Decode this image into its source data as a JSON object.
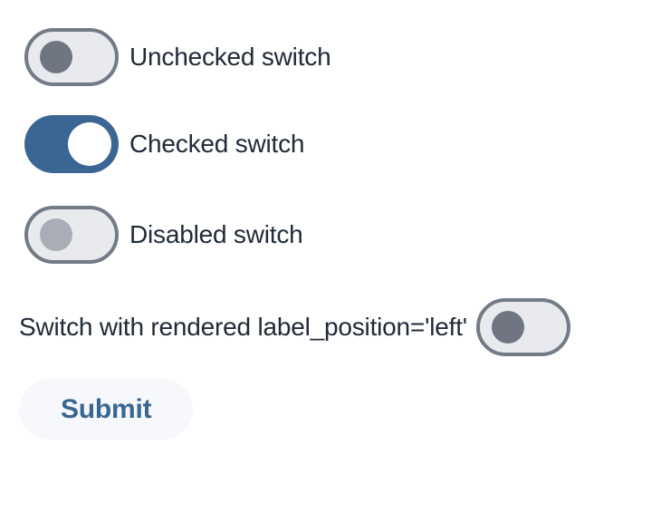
{
  "colors": {
    "primary": "#3b6694",
    "track_off": "#e9eaee",
    "outline": "#737b87",
    "thumb_off": "#6f7682",
    "thumb_disabled": "#a9adb5",
    "thumb_on": "#ffffff",
    "label": "#212a38",
    "button_bg": "#f7f8fb",
    "button_text": "#3a6692"
  },
  "switches": [
    {
      "label": "Unchecked switch",
      "state": "unchecked",
      "label_position": "right"
    },
    {
      "label": "Checked switch",
      "state": "checked",
      "label_position": "right"
    },
    {
      "label": "Disabled switch",
      "state": "disabled",
      "label_position": "right"
    },
    {
      "label": "Switch with rendered label_position='left'",
      "state": "unchecked",
      "label_position": "left"
    }
  ],
  "submit_button": {
    "label": "Submit"
  }
}
